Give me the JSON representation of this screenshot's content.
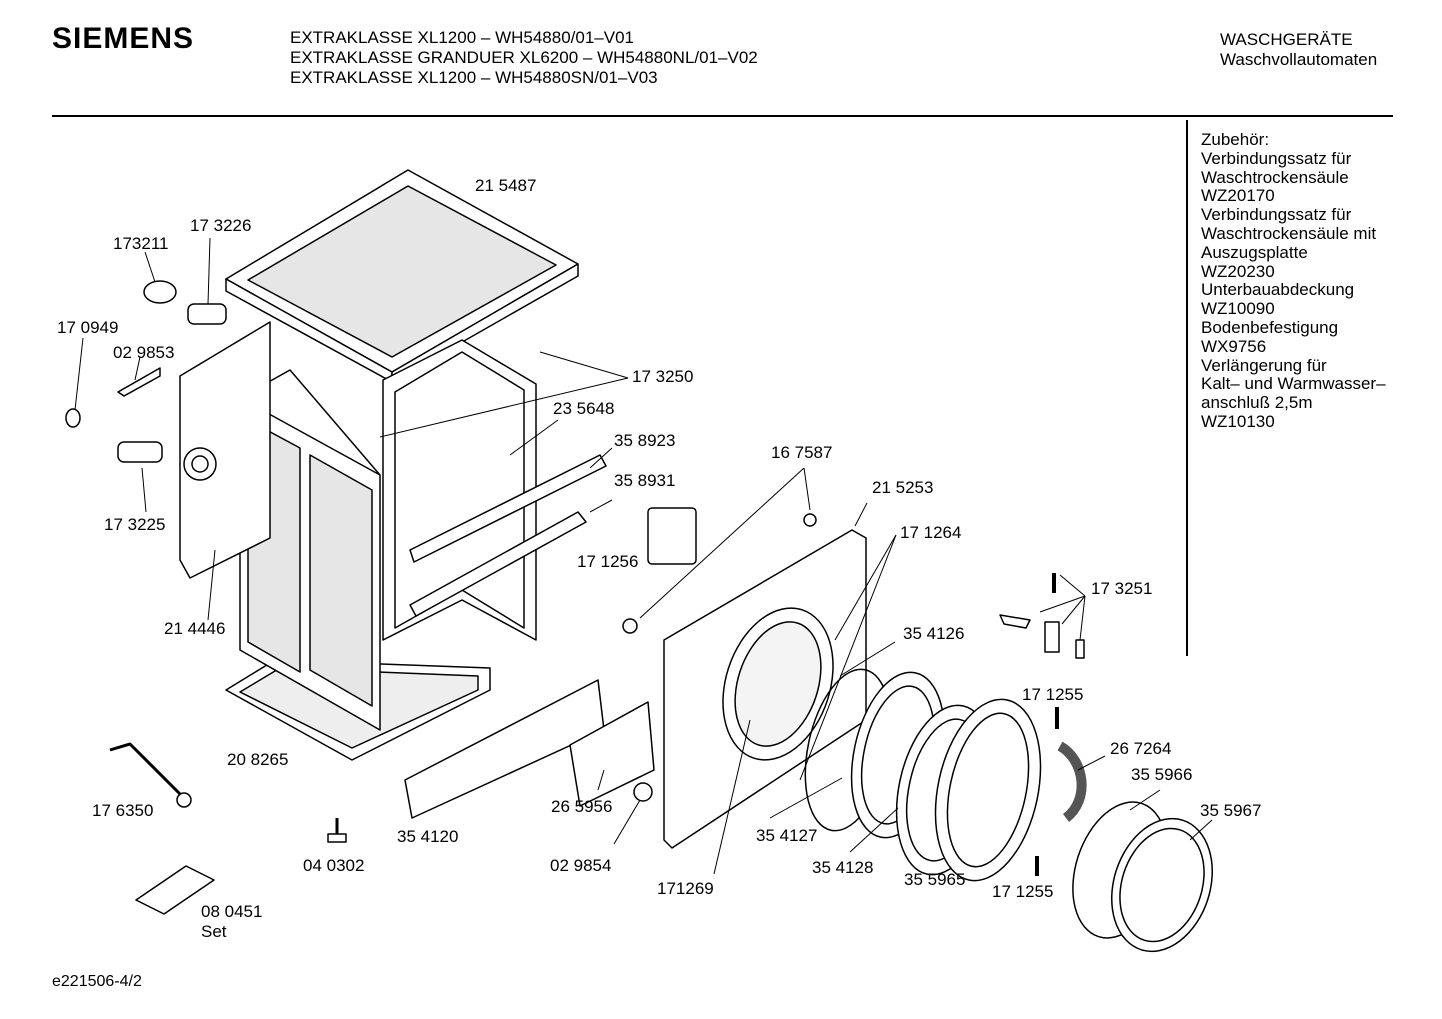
{
  "header": {
    "brand": "SIEMENS",
    "models": [
      "EXTRAKLASSE XL1200 – WH54880/01–V01",
      "EXTRAKLASSE GRANDUER XL6200 – WH54880NL/01–V02",
      "EXTRAKLASSE XL1200 – WH54880SN/01–V03"
    ],
    "category": "WASCHGERÄTE",
    "subcategory": "Waschvollautomaten"
  },
  "accessories": [
    "Zubehör:",
    "Verbindungssatz für",
    "Waschtrockensäule",
    "WZ20170",
    "Verbindungssatz für",
    "Waschtrockensäule mit",
    "Auszugsplatte",
    "WZ20230",
    "Unterbauabdeckung",
    "WZ10090",
    "Bodenbefestigung",
    "WX9756",
    "Verlängerung für",
    "Kalt– und Warmwasser–",
    "anschluß 2,5m",
    "WZ10130"
  ],
  "parts": {
    "p215487": "21 5487",
    "p173226": "17 3226",
    "p173211": "173211",
    "p170949": "17 0949",
    "p029853": "02 9853",
    "p173250": "17 3250",
    "p235648": "23 5648",
    "p358923": "35 8923",
    "p358931": "35 8931",
    "p173225": "17 3225",
    "p167587": "16 7587",
    "p215253": "21 5253",
    "p171264": "17 1264",
    "p171256": "17 1256",
    "p214446": "21 4446",
    "p173251": "17 3251",
    "p354126": "35 4126",
    "p171255a": "17 1255",
    "p267264": "26 7264",
    "p355966": "35 5966",
    "p208265": "20 8265",
    "p355967": "35 5967",
    "p176350": "17 6350",
    "p265956": "26 5956",
    "p354127": "35 4127",
    "p354120": "35 4120",
    "p354128": "35 4128",
    "p040302": "04 0302",
    "p029854": "02 9854",
    "p171269": "171269",
    "p355965": "35 5965",
    "p171255b": "17 1255",
    "p080451": "08 0451",
    "set": "Set"
  },
  "footer": "e221506-4/2"
}
